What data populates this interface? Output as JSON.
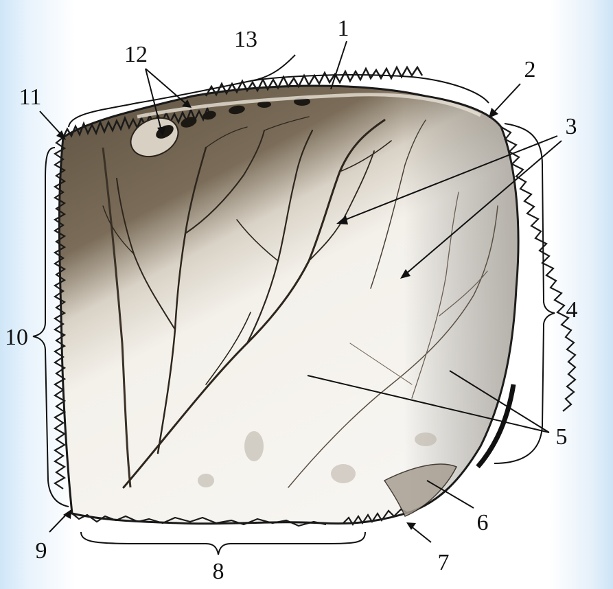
{
  "figure": {
    "labels": {
      "l1": "1",
      "l2": "2",
      "l3": "3",
      "l4": "4",
      "l5": "5",
      "l6": "6",
      "l7": "7",
      "l8": "8",
      "l9": "9",
      "l10": "10",
      "l11": "11",
      "l12": "12",
      "l13": "13"
    },
    "colors": {
      "bone_dark": "#6f6250",
      "bone_light": "#f3efe8",
      "outline": "#1a1a1a",
      "label_text": "#111111"
    }
  }
}
